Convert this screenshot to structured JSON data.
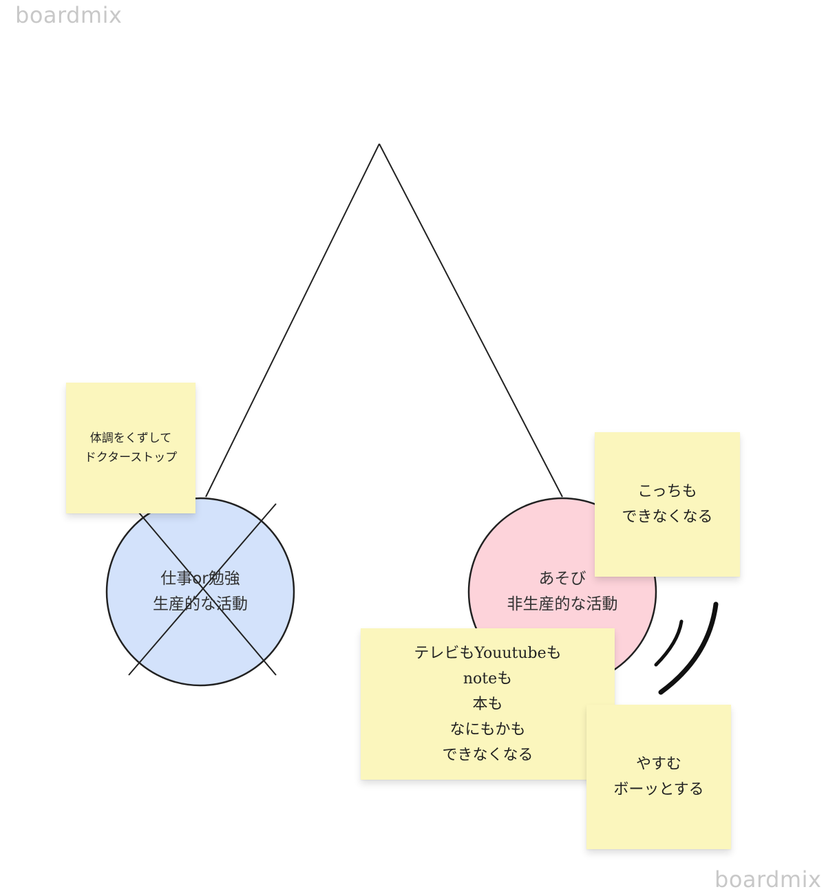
{
  "watermark": {
    "top": "boardmix",
    "bottom": "boardmix"
  },
  "circles": {
    "left": {
      "line1": "仕事or勉強",
      "line2": "生産的な活動",
      "fill": "#d3e2fb",
      "crossed_out": true
    },
    "right": {
      "line1": "あそび",
      "line2": "非生産的な活動",
      "fill": "#fdd3da",
      "crossed_out": false
    }
  },
  "notes": {
    "health": {
      "lines": [
        "体調をくずして",
        "ドクターストップ"
      ]
    },
    "cannot": {
      "lines": [
        "こっちも",
        "できなくなる"
      ]
    },
    "tv": {
      "lines": [
        "テレビもYouutubeも",
        "noteも",
        "本も",
        "なにもかも",
        "できなくなる"
      ]
    },
    "rest": {
      "lines": [
        "やすむ",
        "ボーッとする"
      ]
    }
  },
  "colors": {
    "sticky": "#fbf6bd",
    "line": "#222222",
    "watermark": "#c8c8c8"
  }
}
